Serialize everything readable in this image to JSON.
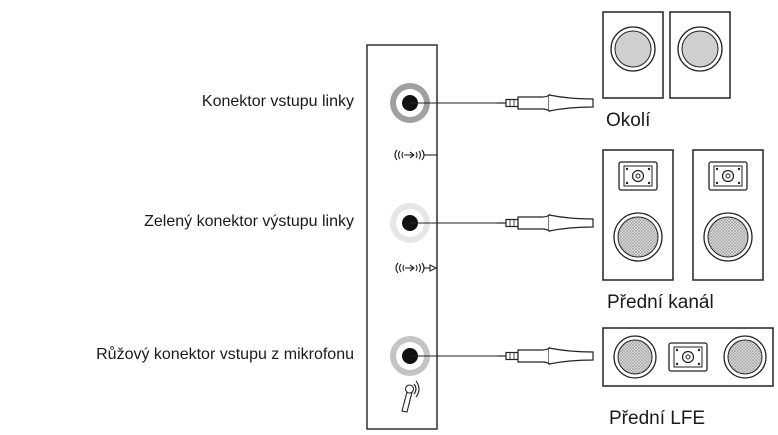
{
  "connectors": [
    {
      "label": "Konektor vstupu linky"
    },
    {
      "label": "Zelený konektor výstupu linky"
    },
    {
      "label": "Růžový konektor vstupu z mikrofonu"
    }
  ],
  "speaker_groups": [
    {
      "label": "Okolí"
    },
    {
      "label": "Přední kanál"
    },
    {
      "label": "Přední LFE"
    }
  ],
  "icons": [
    "line-in-icon",
    "line-out-icon",
    "microphone-icon",
    "audio-plug-icon",
    "speaker-icon"
  ],
  "colors": {
    "stroke": "#222222",
    "jack_ring_gray": "#a0a0a0",
    "jack_ring_light": "#e6e6e6",
    "cone_fill": "#d0d0d0"
  }
}
